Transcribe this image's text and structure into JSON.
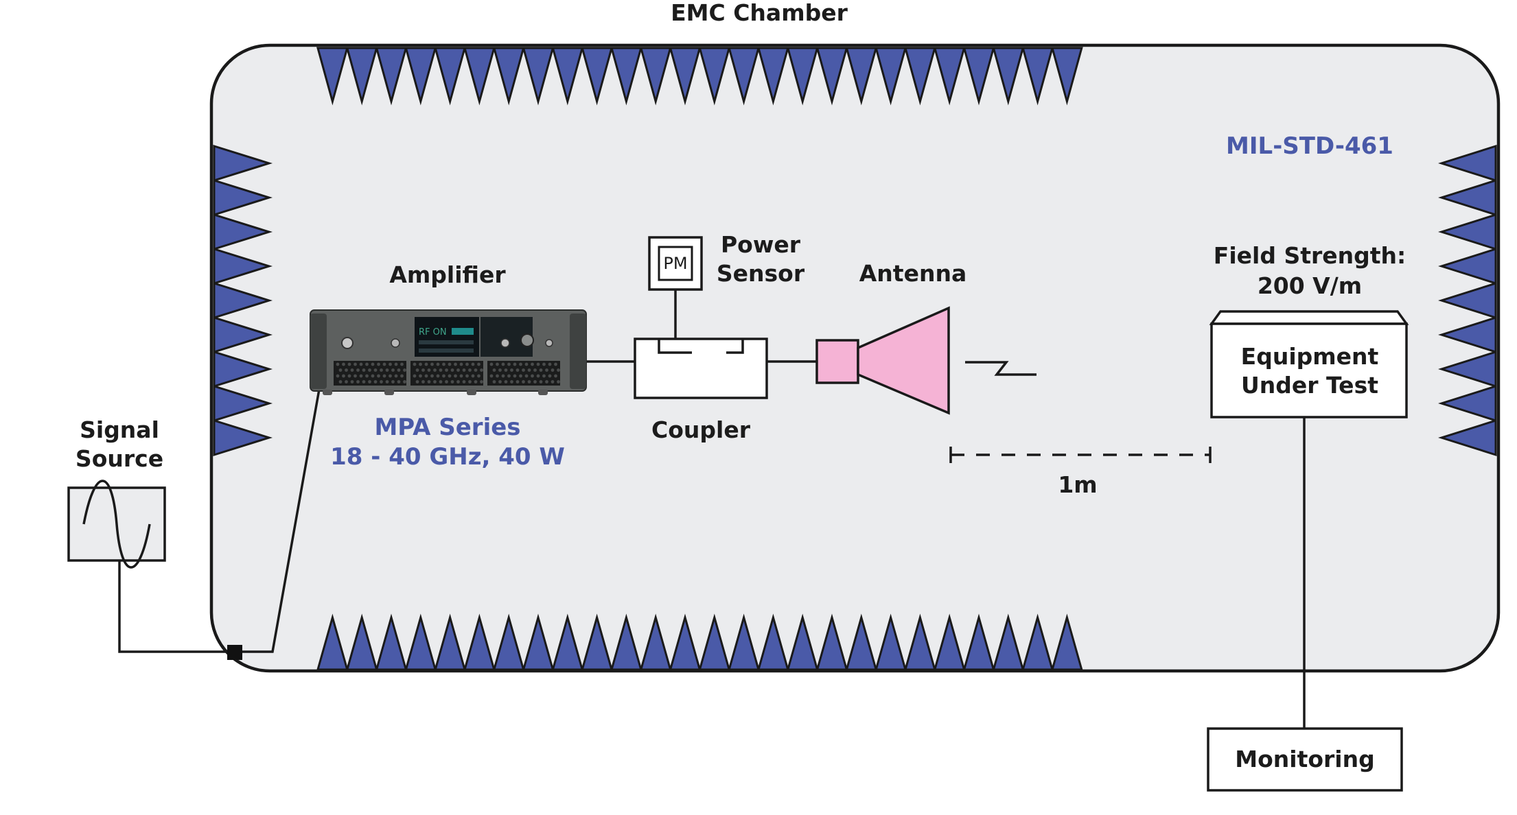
{
  "chamber": {
    "title": "EMC Chamber",
    "standard": "MIL-STD-461",
    "absorber_color": "#4a5aa8",
    "wall_color": "#ebecee"
  },
  "signal_source": {
    "label_line1": "Signal",
    "label_line2": "Source"
  },
  "amplifier": {
    "label": "Amplifier",
    "series_line1": "MPA Series",
    "series_line2": "18 - 40 GHz, 40 W",
    "series_color": "#4a5aa8"
  },
  "power_sensor": {
    "label_line1": "Power",
    "label_line2": "Sensor",
    "icon_text": "PM"
  },
  "coupler": {
    "label": "Coupler"
  },
  "antenna": {
    "label": "Antenna",
    "color": "#f5b3d5"
  },
  "distance": {
    "label": "1m"
  },
  "field_strength": {
    "line1": "Field Strength:",
    "line2": "200 V/m"
  },
  "eut": {
    "line1": "Equipment",
    "line2": "Under Test"
  },
  "monitoring": {
    "label": "Monitoring"
  }
}
